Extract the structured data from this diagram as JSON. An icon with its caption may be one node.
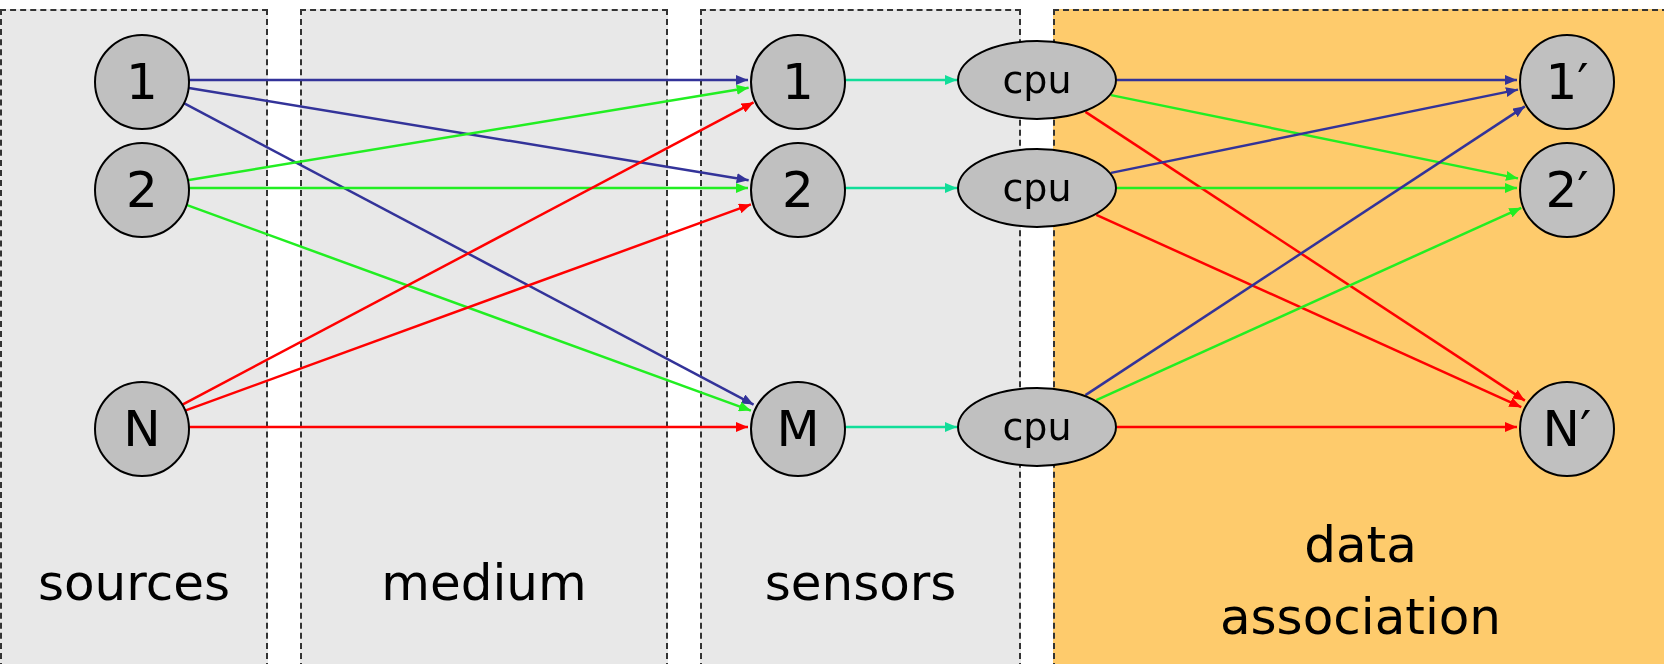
{
  "diagram": {
    "nodes": [
      {
        "text": [
          "sources"
        ]
      },
      {
        "text": [
          "1"
        ],
        "in": 0
      },
      {
        "text": [
          "2"
        ],
        "in": 0
      },
      {
        "text": [
          "N"
        ],
        "in": 0
      },
      {
        "text": [
          "sensors"
        ]
      },
      {
        "text": [
          "1"
        ],
        "in": 4
      },
      {
        "text": [
          "2"
        ],
        "in": 4
      },
      {
        "text": [
          "M"
        ],
        "in": 4
      },
      {
        "text": [
          "cpu"
        ]
      },
      {
        "text": [
          "cpu"
        ]
      },
      {
        "text": [
          "cpu"
        ]
      },
      {
        "text": [
          "data association"
        ]
      },
      {
        "text": [
          "1′"
        ],
        "in": 11
      },
      {
        "text": [
          "2′"
        ],
        "in": 11
      },
      {
        "text": [
          "N′"
        ],
        "in": 11
      }
    ],
    "edges": [
      {
        "from": 1,
        "to": 5,
        "arrow": "to",
        "color": "#333399"
      },
      {
        "from": 1,
        "to": 6,
        "arrow": "to",
        "color": "#333399"
      },
      {
        "from": 1,
        "to": 7,
        "arrow": "to",
        "color": "#333399"
      },
      {
        "from": 2,
        "to": 5,
        "arrow": "to",
        "color": "#22ee22"
      },
      {
        "from": 2,
        "to": 6,
        "arrow": "to",
        "color": "#22ee22"
      },
      {
        "from": 2,
        "to": 7,
        "arrow": "to",
        "color": "#22ee22"
      },
      {
        "from": 3,
        "to": 5,
        "arrow": "to",
        "color": "#ff0000"
      },
      {
        "from": 3,
        "to": 6,
        "arrow": "to",
        "color": "#ff0000"
      },
      {
        "from": 3,
        "to": 7,
        "arrow": "to",
        "color": "#ff0000"
      },
      {
        "from": 5,
        "to": 8,
        "arrow": "to",
        "color": "#11dd99"
      },
      {
        "from": 6,
        "to": 9,
        "arrow": "to",
        "color": "#11dd99"
      },
      {
        "from": 7,
        "to": 10,
        "arrow": "to",
        "color": "#11dd99"
      },
      {
        "from": 8,
        "to": 12,
        "arrow": "to",
        "color": "#333399"
      },
      {
        "from": 8,
        "to": 13,
        "arrow": "to",
        "color": "#22ee22"
      },
      {
        "from": 8,
        "to": 14,
        "arrow": "to",
        "color": "#ff0000"
      },
      {
        "from": 9,
        "to": 12,
        "arrow": "to",
        "color": "#333399"
      },
      {
        "from": 9,
        "to": 13,
        "arrow": "to",
        "color": "#22ee22"
      },
      {
        "from": 9,
        "to": 14,
        "arrow": "to",
        "color": "#ff0000"
      },
      {
        "from": 10,
        "to": 12,
        "arrow": "to",
        "color": "#333399"
      },
      {
        "from": 10,
        "to": 13,
        "arrow": "to",
        "color": "#22ee22"
      },
      {
        "from": 10,
        "to": 14,
        "arrow": "to",
        "color": "#ff0000"
      }
    ],
    "labels": [
      "medium"
    ]
  }
}
